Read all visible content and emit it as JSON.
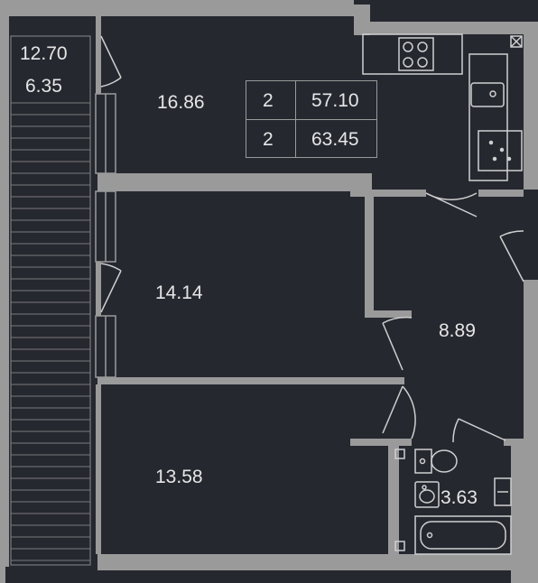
{
  "balcony": {
    "area_full": "12.70",
    "area_reduced": "6.35"
  },
  "rooms": [
    {
      "id": "living-kitchen",
      "area": "16.86"
    },
    {
      "id": "bedroom-middle",
      "area": "14.14"
    },
    {
      "id": "bedroom-bottom",
      "area": "13.58"
    },
    {
      "id": "hallway",
      "area": "8.89"
    },
    {
      "id": "bathroom",
      "area": "3.63"
    }
  ],
  "summary": {
    "rooms_count_1": "2",
    "living_area": "57.10",
    "rooms_count_2": "2",
    "total_area": "63.45"
  },
  "colors": {
    "background": "#262830",
    "wall": "#9a9a9a",
    "fixture": "#cfcfcf",
    "text": "#e6e6e6"
  },
  "icons": [
    "stove-icon",
    "sink-icon",
    "fridge-icon",
    "toilet-icon",
    "washbasin-icon",
    "bathtub-icon",
    "door-swing-icon"
  ]
}
